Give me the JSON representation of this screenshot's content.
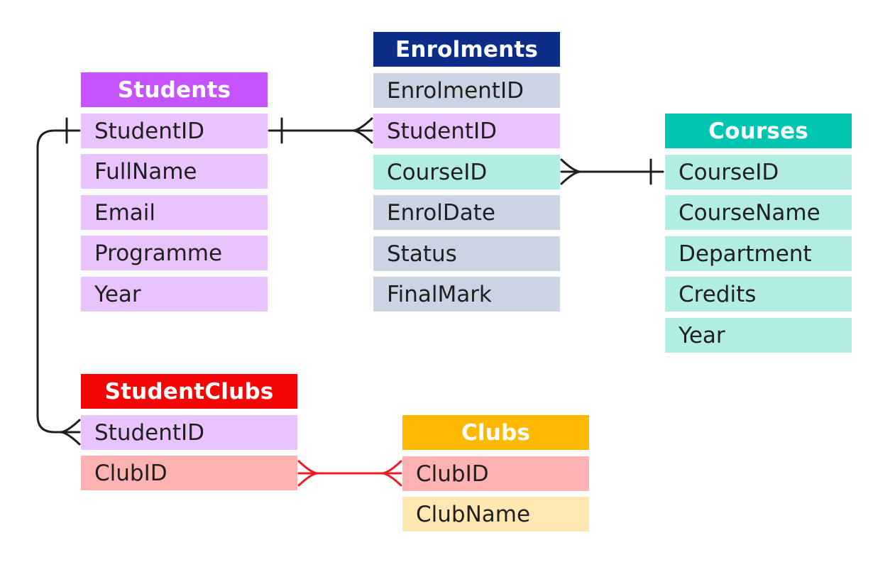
{
  "colors": {
    "students_header": "#c553ff",
    "enrolments_header": "#0c2e88",
    "courses_header": "#00c6b1",
    "studentclubs_header": "#f50606",
    "clubs_header": "#ffb800",
    "lilac_field": "#e8c3fe",
    "grey_field": "#cbd4e3",
    "teal_field": "#b1ece5",
    "pink_field": "#ffb2b2",
    "cream_field": "#ffe7b1",
    "connector_black": "#1f1f1f",
    "connector_red": "#ec1c24"
  },
  "entities": {
    "students": {
      "title": "Students",
      "fields": [
        "StudentID",
        "FullName",
        "Email",
        "Programme",
        "Year"
      ]
    },
    "enrolments": {
      "title": "Enrolments",
      "fields": [
        "EnrolmentID",
        "StudentID",
        "CourseID",
        "EnrolDate",
        "Status",
        "FinalMark"
      ]
    },
    "courses": {
      "title": "Courses",
      "fields": [
        "CourseID",
        "CourseName",
        "Department",
        "Credits",
        "Year"
      ]
    },
    "studentclubs": {
      "title": "StudentClubs",
      "fields": [
        "StudentID",
        "ClubID"
      ]
    },
    "clubs": {
      "title": "Clubs",
      "fields": [
        "ClubID",
        "ClubName"
      ]
    }
  }
}
